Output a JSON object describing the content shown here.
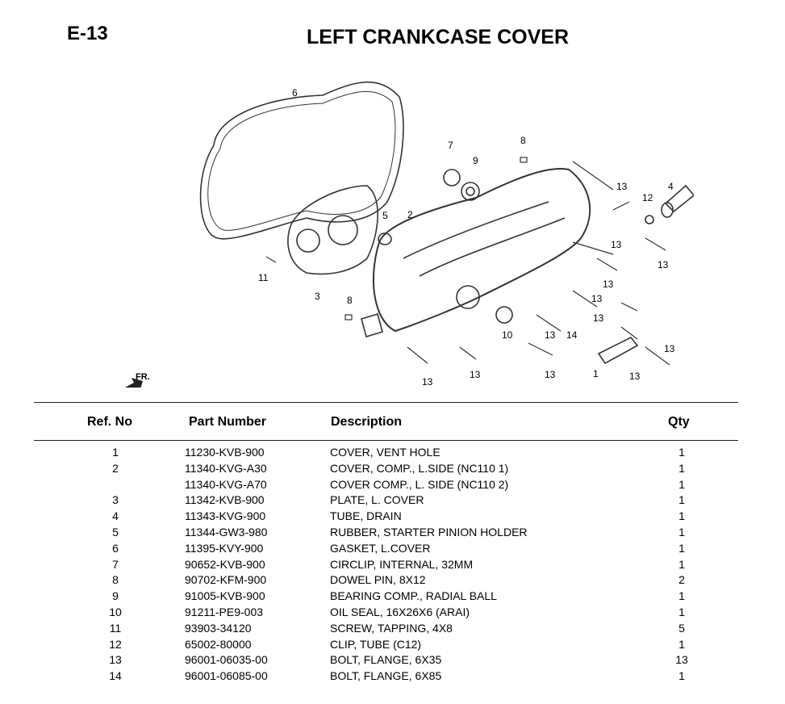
{
  "page": {
    "code": "E-13",
    "title": "LEFT CRANKCASE COVER"
  },
  "diagram": {
    "callouts": [
      "1",
      "2",
      "3",
      "4",
      "5",
      "6",
      "7",
      "8",
      "8",
      "9",
      "10",
      "11",
      "12",
      "13",
      "13",
      "13",
      "13",
      "13",
      "13",
      "13",
      "13",
      "13",
      "13",
      "13",
      "13",
      "13",
      "14"
    ],
    "front_arrow_label": "FR."
  },
  "table": {
    "headers": {
      "ref": "Ref. No",
      "part": "Part Number",
      "desc": "Description",
      "qty": "Qty"
    },
    "rows": [
      {
        "ref": "1",
        "part": "11230-KVB-900",
        "desc": "COVER, VENT HOLE",
        "qty": "1"
      },
      {
        "ref": "2",
        "part": "11340-KVG-A30",
        "desc": "COVER, COMP., L.SIDE (NC110 1)",
        "qty": "1"
      },
      {
        "ref": "",
        "part": "11340-KVG-A70",
        "desc": "COVER COMP., L. SIDE (NC110 2)",
        "qty": "1"
      },
      {
        "ref": "3",
        "part": "11342-KVB-900",
        "desc": "PLATE, L. COVER",
        "qty": "1"
      },
      {
        "ref": "4",
        "part": "11343-KVG-900",
        "desc": "TUBE, DRAIN",
        "qty": "1"
      },
      {
        "ref": "5",
        "part": "11344-GW3-980",
        "desc": "RUBBER, STARTER PINION HOLDER",
        "qty": "1"
      },
      {
        "ref": "6",
        "part": "11395-KVY-900",
        "desc": "GASKET, L.COVER",
        "qty": "1"
      },
      {
        "ref": "7",
        "part": "90652-KVB-900",
        "desc": "CIRCLIP, INTERNAL, 32MM",
        "qty": "1"
      },
      {
        "ref": "8",
        "part": "90702-KFM-900",
        "desc": "DOWEL PIN, 8X12",
        "qty": "2"
      },
      {
        "ref": "9",
        "part": "91005-KVB-900",
        "desc": "BEARING COMP., RADIAL BALL",
        "qty": "1"
      },
      {
        "ref": "10",
        "part": "91211-PE9-003",
        "desc": "OIL SEAL, 16X26X6 (ARAI)",
        "qty": "1"
      },
      {
        "ref": "11",
        "part": "93903-34120",
        "desc": "SCREW, TAPPING, 4X8",
        "qty": "5"
      },
      {
        "ref": "12",
        "part": "65002-80000",
        "desc": "CLIP, TUBE (C12)",
        "qty": "1"
      },
      {
        "ref": "13",
        "part": "96001-06035-00",
        "desc": "BOLT, FLANGE, 6X35",
        "qty": "13"
      },
      {
        "ref": "14",
        "part": "96001-06085-00",
        "desc": "BOLT, FLANGE, 6X85",
        "qty": "1"
      }
    ]
  }
}
